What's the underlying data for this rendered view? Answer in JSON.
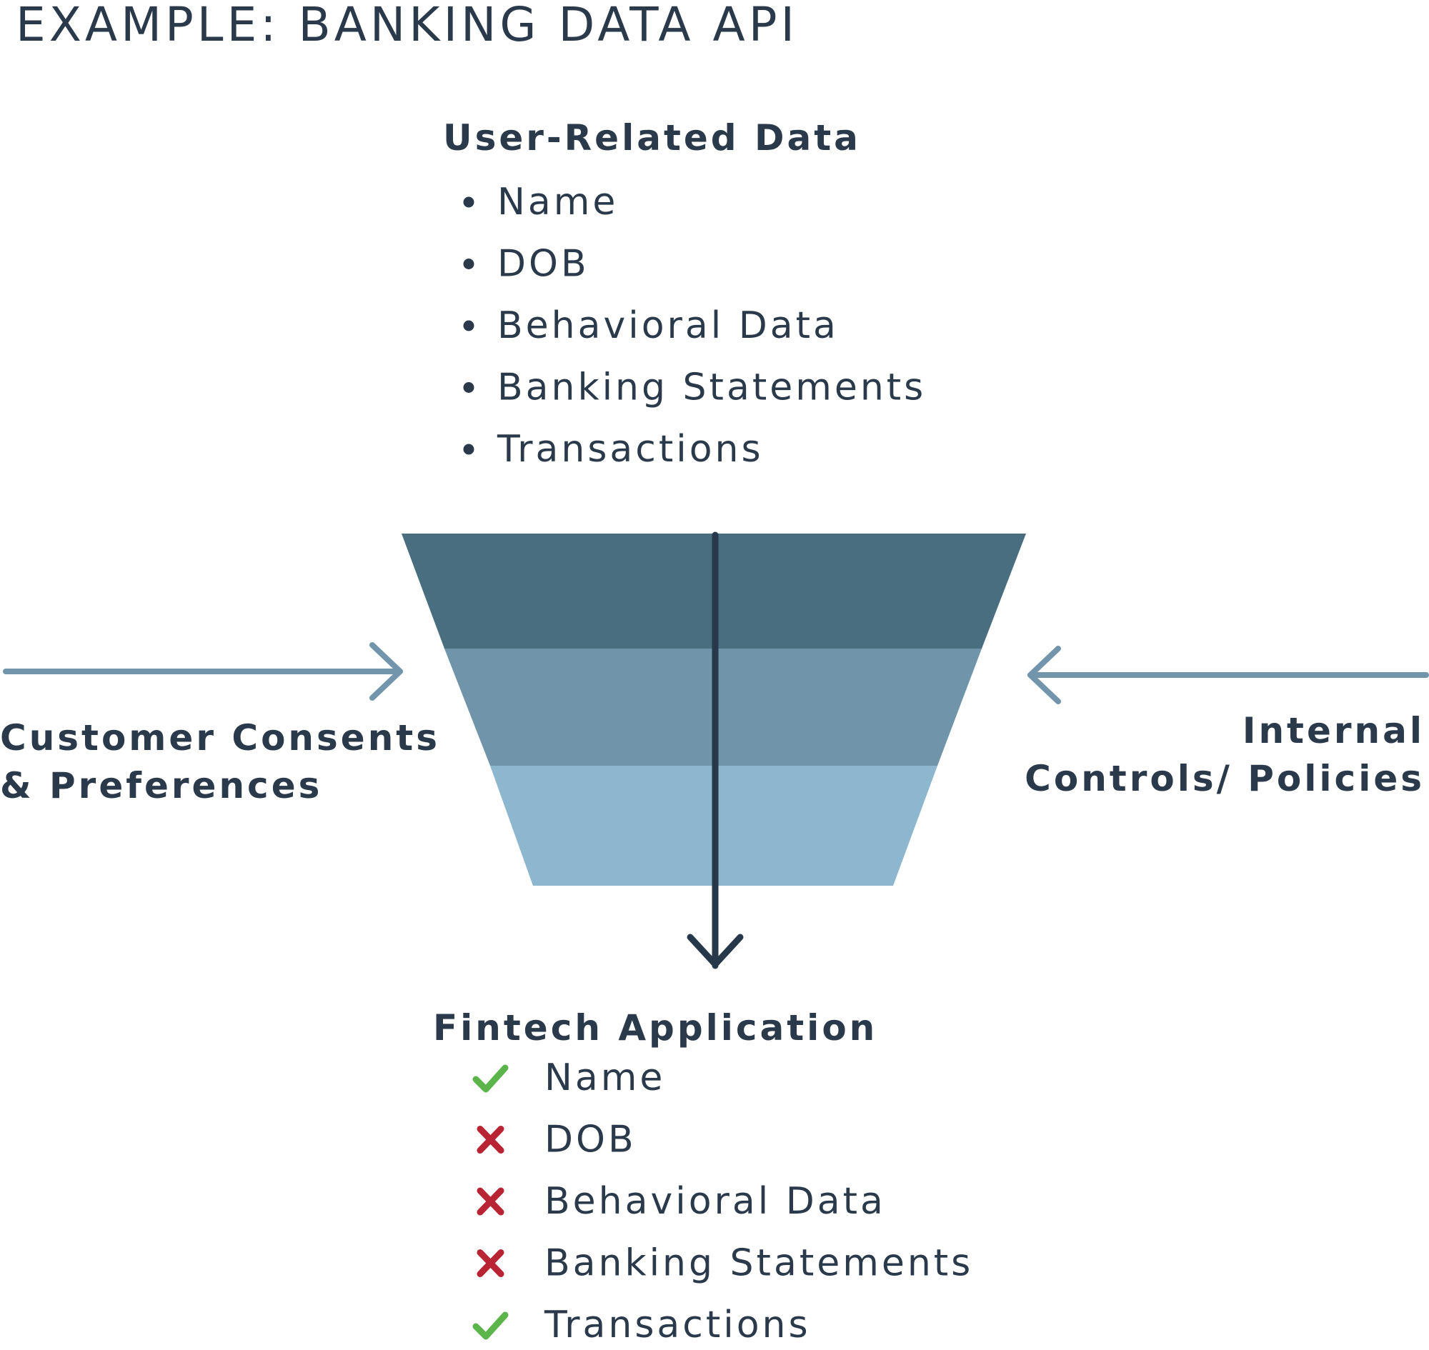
{
  "title": "EXAMPLE: BANKING DATA API",
  "source": {
    "heading": "User-Related Data",
    "items": [
      "Name",
      "DOB",
      "Behavioral Data",
      "Banking Statements",
      "Transactions"
    ]
  },
  "left_input": {
    "lines": [
      "Customer Consents",
      "& Preferences"
    ]
  },
  "right_input": {
    "lines": [
      "Internal",
      "Controls/ Policies"
    ]
  },
  "funnel": {
    "colors": [
      "#486e80",
      "#7095aa",
      "#8db6cf"
    ],
    "axis_color": "#26384a"
  },
  "arrow_color": "#7295ab",
  "output": {
    "heading": "Fintech Application",
    "items": [
      {
        "label": "Name",
        "allowed": true
      },
      {
        "label": "DOB",
        "allowed": false
      },
      {
        "label": "Behavioral Data",
        "allowed": false
      },
      {
        "label": "Banking Statements",
        "allowed": false
      },
      {
        "label": "Transactions",
        "allowed": true
      }
    ],
    "check_color": "#5cb54a",
    "cross_color": "#b82433"
  }
}
